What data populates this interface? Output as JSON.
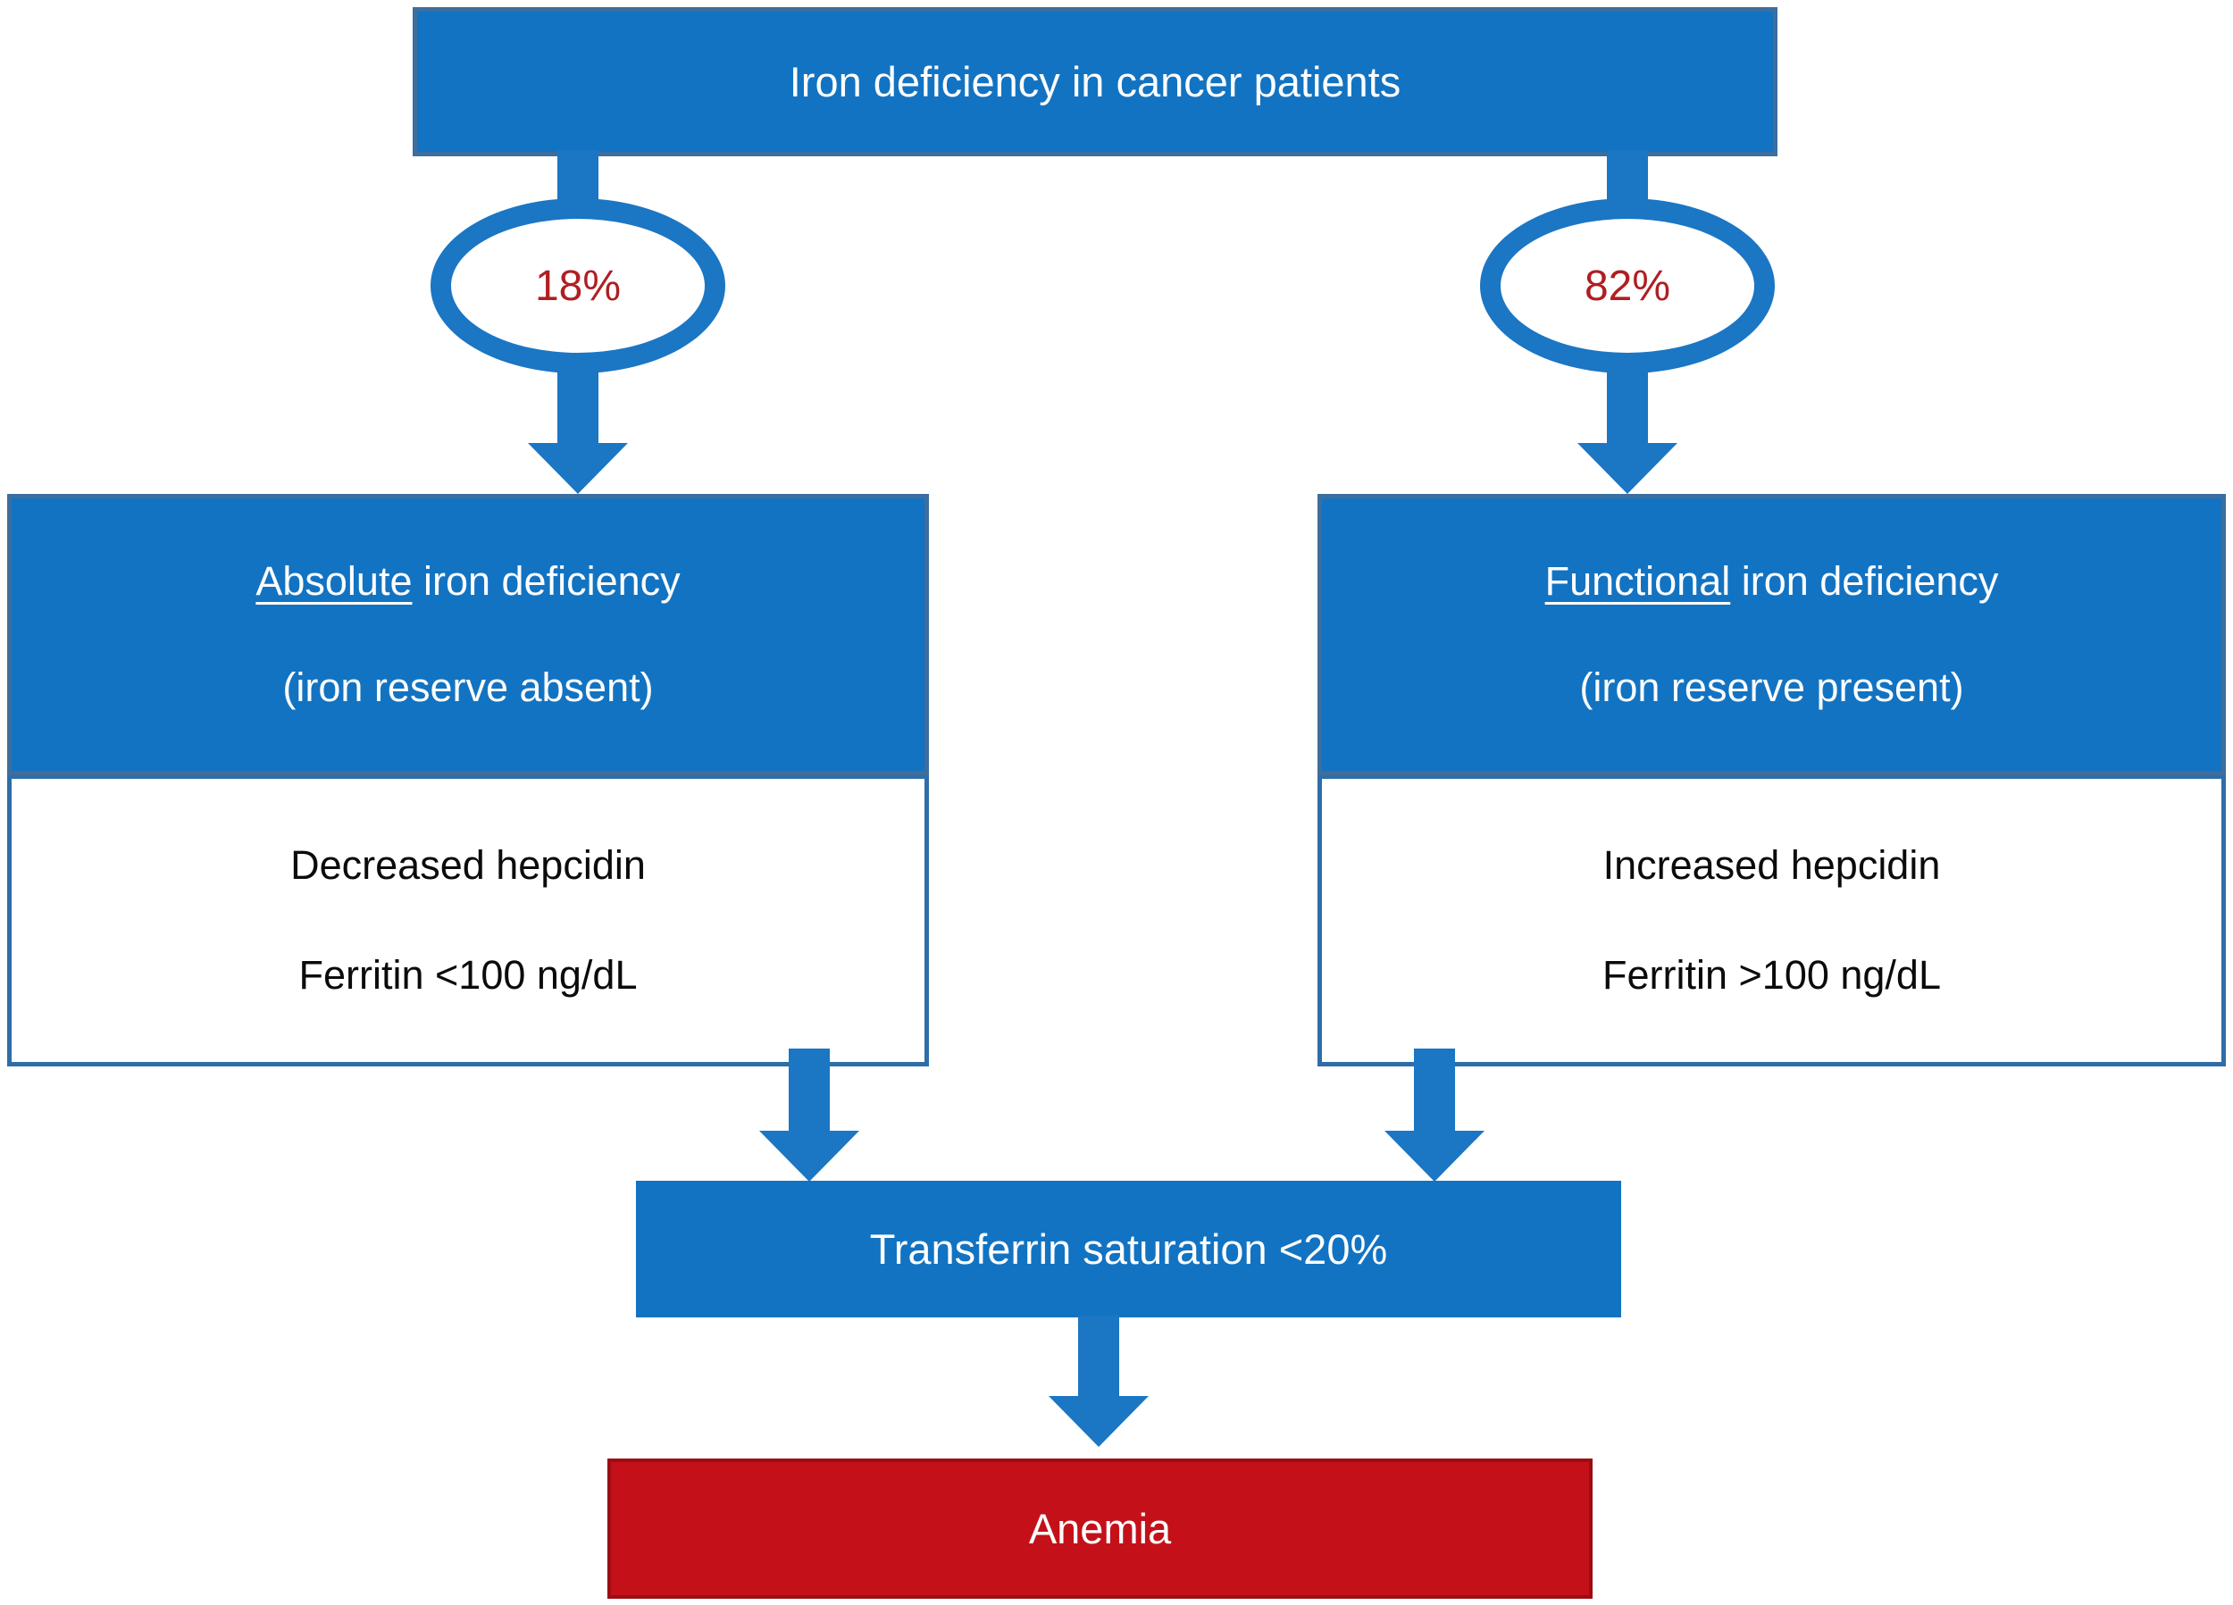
{
  "diagram": {
    "title_box": {
      "label": "Iron deficiency in cancer patients"
    },
    "branches": [
      {
        "percent": "18%",
        "header_underlined": "Absolute",
        "header_rest": " iron deficiency",
        "subheader": "(iron reserve absent)",
        "body_line1": "Decreased hepcidin",
        "body_line2": "Ferritin <100 ng/dL"
      },
      {
        "percent": "82%",
        "header_underlined": "Functional",
        "header_rest": " iron deficiency",
        "subheader": "(iron reserve present)",
        "body_line1": "Increased hepcidin",
        "body_line2": "Ferritin >100 ng/dL"
      }
    ],
    "merge_box": {
      "label": "Transferrin saturation <20%"
    },
    "result_box": {
      "label": "Anemia"
    },
    "colors": {
      "box_blue": "#1273C2",
      "box_border": "#3E6E9D",
      "body_border": "#2E6DA8",
      "arrow_blue": "#1B76C4",
      "percent_red": "#B01E23",
      "result_red": "#C41119",
      "result_border": "#9B0D12"
    }
  }
}
